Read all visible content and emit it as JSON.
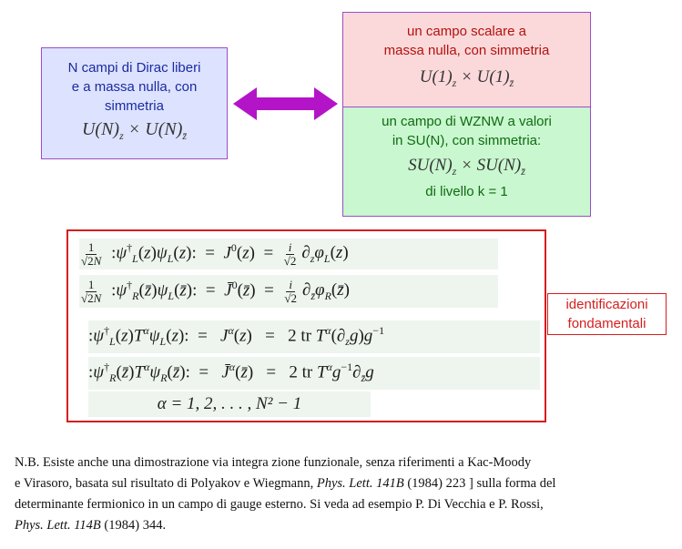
{
  "left_box": {
    "lines": [
      "N campi di Dirac liberi",
      "e a massa nulla, con",
      "simmetria"
    ],
    "symmetry": "U(N)_z × U(N)_z̄"
  },
  "right_top": {
    "lines": [
      "un campo scalare a",
      "massa nulla, con simmetria"
    ],
    "symmetry": "U(1)_z × U(1)_z̄"
  },
  "right_bottom": {
    "lines": [
      "un campo di WZNW  a valori",
      "in SU(N), con simmetria:"
    ],
    "symmetry": "SU(N)_z × SU(N)_z̄",
    "level": "di livello k = 1"
  },
  "side_label": {
    "lines": [
      "identificazioni",
      "fondamentali"
    ]
  },
  "equations": {
    "alpha_range": "α = 1, 2, . . . , N² − 1"
  },
  "note": {
    "line1": "N.B. Esiste anche una dimostrazione via integra  zione funzionale, senza riferimenti a Kac-Moody",
    "line2a": " e Virasoro, basata sul risultato di Polyakov e   Wiegmann,  ",
    "journal1": "Phys. Lett. 141B",
    "line2b": "  (1984) 223 ] sulla  forma del",
    "line3": "determinante fermionico in un campo di gauge esterno. Si veda ad   esempio P. Di Vecchia e P. Rossi,",
    "journal2": "Phys. Lett. 114B",
    "line4b": " (1984) 344."
  },
  "colors": {
    "left_bg": "#dde3ff",
    "left_text": "#1a2aa0",
    "right_top_bg": "#fbd9da",
    "right_top_text": "#b3120f",
    "right_bottom_bg": "#c9f7cf",
    "right_bottom_text": "#0f6b12",
    "border_purple": "#9b4dca",
    "arrow": "#b414c8",
    "eq_border": "#d61e1e"
  }
}
